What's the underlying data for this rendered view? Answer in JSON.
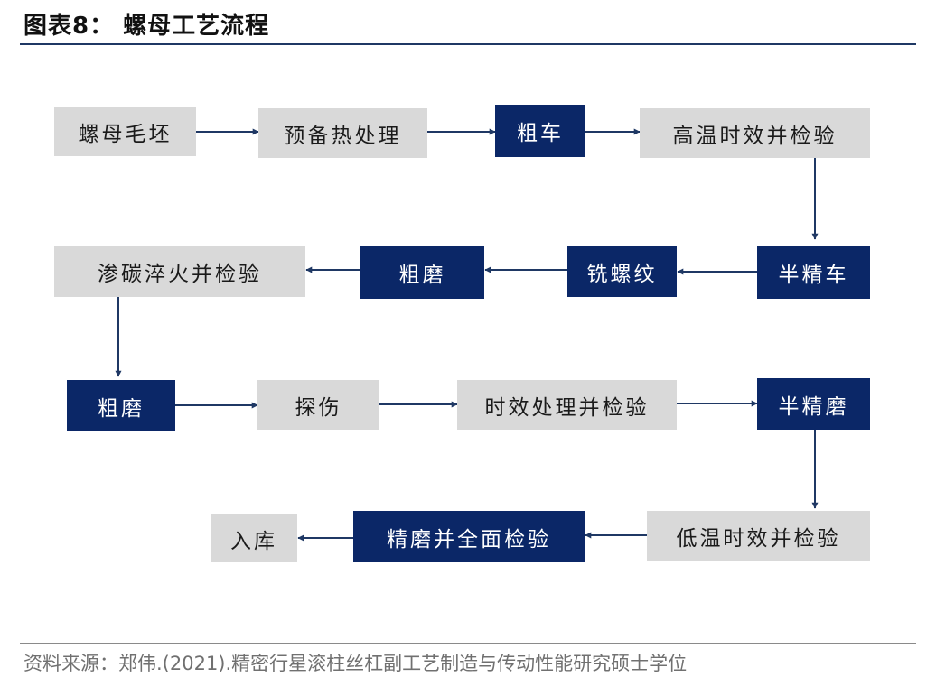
{
  "title": "图表8：  螺母工艺流程",
  "source": "资料来源：郑伟.(2021).精密行星滚柱丝杠副工艺制造与传动性能研究硕士学位",
  "colors": {
    "dark_box": "#0b2767",
    "light_box": "#d9d9d9",
    "arrow": "#1f3864"
  },
  "steps": [
    {
      "id": "nut-blank",
      "label": "螺母毛坯",
      "style": "light"
    },
    {
      "id": "pre-heat-treatment",
      "label": "预备热处理",
      "style": "light"
    },
    {
      "id": "rough-turning",
      "label": "粗车",
      "style": "dark"
    },
    {
      "id": "high-temp-aging-inspection",
      "label": "高温时效并检验",
      "style": "light"
    },
    {
      "id": "semi-finish-turning",
      "label": "半精车",
      "style": "dark"
    },
    {
      "id": "thread-milling",
      "label": "铣螺纹",
      "style": "dark"
    },
    {
      "id": "rough-grinding-1",
      "label": "粗磨",
      "style": "dark"
    },
    {
      "id": "carburize-quench-inspection",
      "label": "渗碳淬火并检验",
      "style": "light"
    },
    {
      "id": "rough-grinding-2",
      "label": "粗磨",
      "style": "dark"
    },
    {
      "id": "flaw-detection",
      "label": "探伤",
      "style": "light"
    },
    {
      "id": "aging-inspection",
      "label": "时效处理并检验",
      "style": "light"
    },
    {
      "id": "semi-finish-grinding",
      "label": "半精磨",
      "style": "dark"
    },
    {
      "id": "low-temp-aging-inspection",
      "label": "低温时效并检验",
      "style": "light"
    },
    {
      "id": "finish-grinding-inspection",
      "label": "精磨并全面检验",
      "style": "dark"
    },
    {
      "id": "warehousing",
      "label": "入库",
      "style": "light"
    }
  ]
}
